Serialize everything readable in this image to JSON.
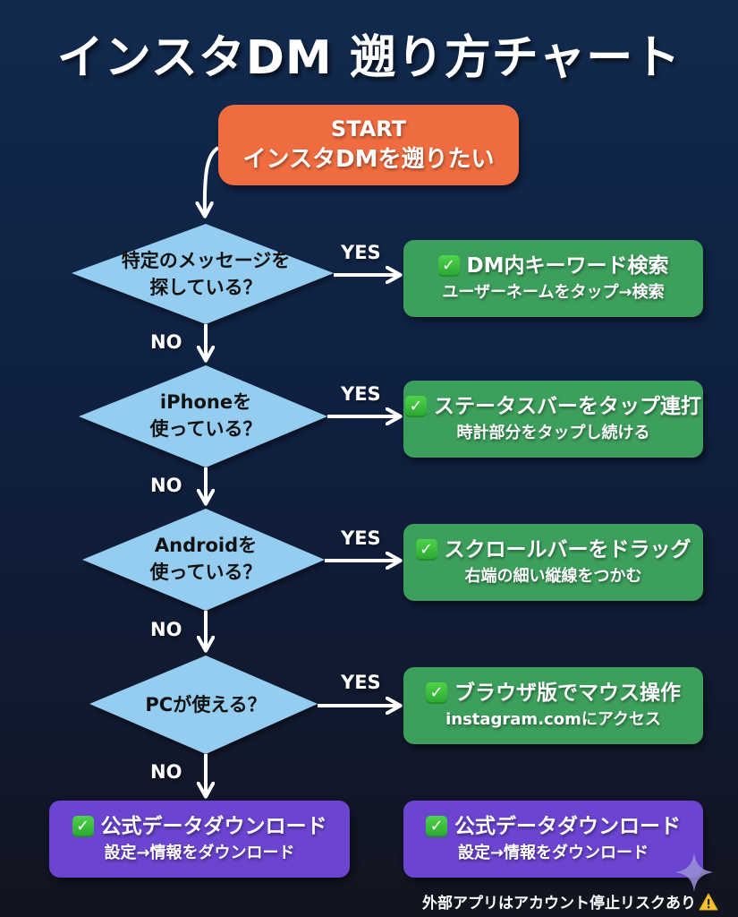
{
  "title": "インスタDM 遡り方チャート",
  "start": {
    "line1": "START",
    "line2": "インスタDMを遡りたい",
    "color": "#ee6c3f"
  },
  "branch_labels": {
    "yes": "YES",
    "no": "NO"
  },
  "decisions": [
    {
      "line1": "特定のメッセージを",
      "line2": "探している？"
    },
    {
      "line1": "iPhoneを",
      "line2": "使っている？"
    },
    {
      "line1": "Androidを",
      "line2": "使っている？"
    },
    {
      "line1": "PCが使える？",
      "line2": ""
    }
  ],
  "results": [
    {
      "icon": "check-mark-icon",
      "title": "DM内キーワード検索",
      "detail": "ユーザーネームをタップ→検索",
      "color": "#3d9f5c"
    },
    {
      "icon": "check-mark-icon",
      "title": "ステータスバーをタップ連打",
      "detail": "時計部分をタップし続ける",
      "color": "#3d9f5c"
    },
    {
      "icon": "check-mark-icon",
      "title": "スクロールバーをドラッグ",
      "detail": "右端の細い縦線をつかむ",
      "color": "#3d9f5c"
    },
    {
      "icon": "check-mark-icon",
      "title": "ブラウザ版でマウス操作",
      "detail": "instagram.comにアクセス",
      "color": "#3d9f5c"
    }
  ],
  "final_results": [
    {
      "icon": "check-mark-icon",
      "title": "公式データダウンロード",
      "detail": "設定→情報をダウンロード",
      "color": "#6b44d0"
    },
    {
      "icon": "check-mark-icon",
      "title": "公式データダウンロード",
      "detail": "設定→情報をダウンロード",
      "color": "#6b44d0"
    }
  ],
  "check_glyph": "✓",
  "footer_note": "外部アプリはアカウント停止リスクあり",
  "colors": {
    "decision_fill": "#94cdf0",
    "arrow": "#ffffff",
    "background": "#0f2040"
  }
}
